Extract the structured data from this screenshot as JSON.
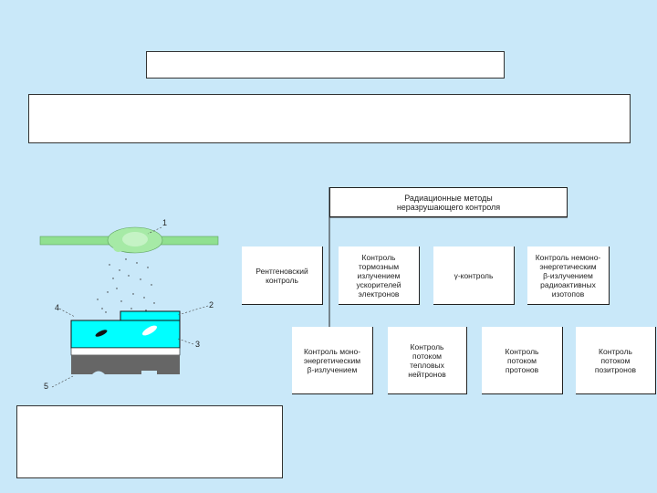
{
  "diagram": {
    "root": "Радиационные методы\nнеразрушающего контроля",
    "row1": [
      "Рентгеновский\nконтроль",
      "Контроль\nтормозным\nизлучением\nускорителей\nэлектронов",
      "γ-контроль",
      "Контроль немоно-\nэнергетическим\nβ-излучением\nрадиоактивных\nизотопов"
    ],
    "row2": [
      "Контроль моно-\nэнергетическим\nβ-излучением",
      "Контроль\nпотоком\nтепловых\nнейтронов",
      "Контроль\nпотоком\nпротонов",
      "Контроль\nпотоком\nпозитронов"
    ]
  },
  "illustration": {
    "labels": [
      "1",
      "2",
      "3",
      "4",
      "5"
    ],
    "colors": {
      "emitter": "#90e090",
      "object": "#00ffff",
      "detector": "#666666"
    }
  }
}
